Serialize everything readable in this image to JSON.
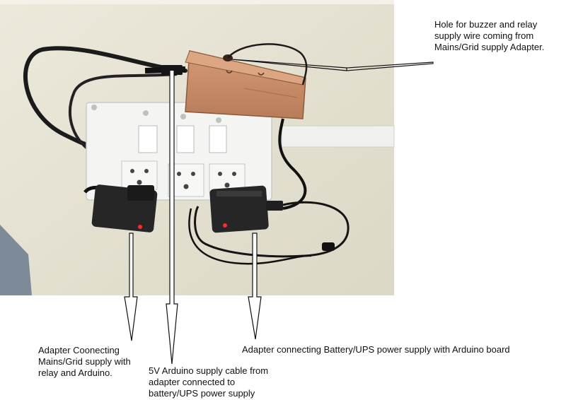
{
  "captions": {
    "hole": "Hole for buzzer and relay\nsupply wire coming from\nMains/Grid supply Adapter.",
    "grid_adapter": "Adapter Coonecting\nMains/Grid supply with\nrelay and Arduino.",
    "arduino_cable": "5V Arduino supply cable from\nadapter connected to\nbattery/UPS power supply",
    "battery_adapter": "Adapter connecting Battery/UPS power supply with Arduino board"
  },
  "colors": {
    "wall": "#e8e4d4",
    "switchboard": "#f4f5f3",
    "wooden_box": "#c9906b",
    "adapter": "#262626",
    "cable": "#1b1b1b",
    "led": "#ff2a2a"
  }
}
